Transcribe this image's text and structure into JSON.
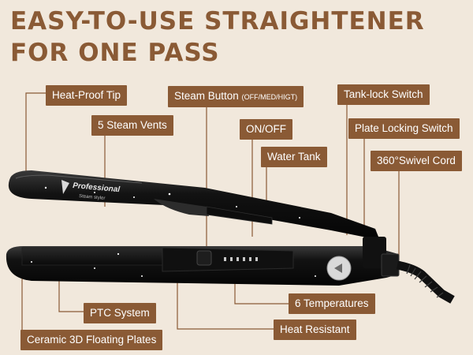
{
  "headline": {
    "line1": "EASY-TO-USE STRAIGHTENER",
    "line2": "FOR ONE PASS"
  },
  "device": {
    "brand_text": "Professional",
    "model_text": "Steam styler"
  },
  "labels": {
    "heat_proof_tip": "Heat-Proof Tip",
    "steam_vents": "5 Steam Vents",
    "steam_button": "Steam Button",
    "steam_button_modes": "(OFF/MED/HIGT)",
    "on_off": "ON/OFF",
    "water_tank": "Water Tank",
    "tank_lock": "Tank-lock Switch",
    "plate_lock": "Plate Locking Switch",
    "swivel_cord": "360°Swivel Cord",
    "ptc_system": "PTC System",
    "temperatures": "6 Temperatures",
    "heat_resistant": "Heat Resistant",
    "ceramic_plates": "Ceramic 3D Floating Plates"
  },
  "colors": {
    "background": "#f1e8dc",
    "accent": "#8a5a35",
    "device_body": "#141414"
  }
}
